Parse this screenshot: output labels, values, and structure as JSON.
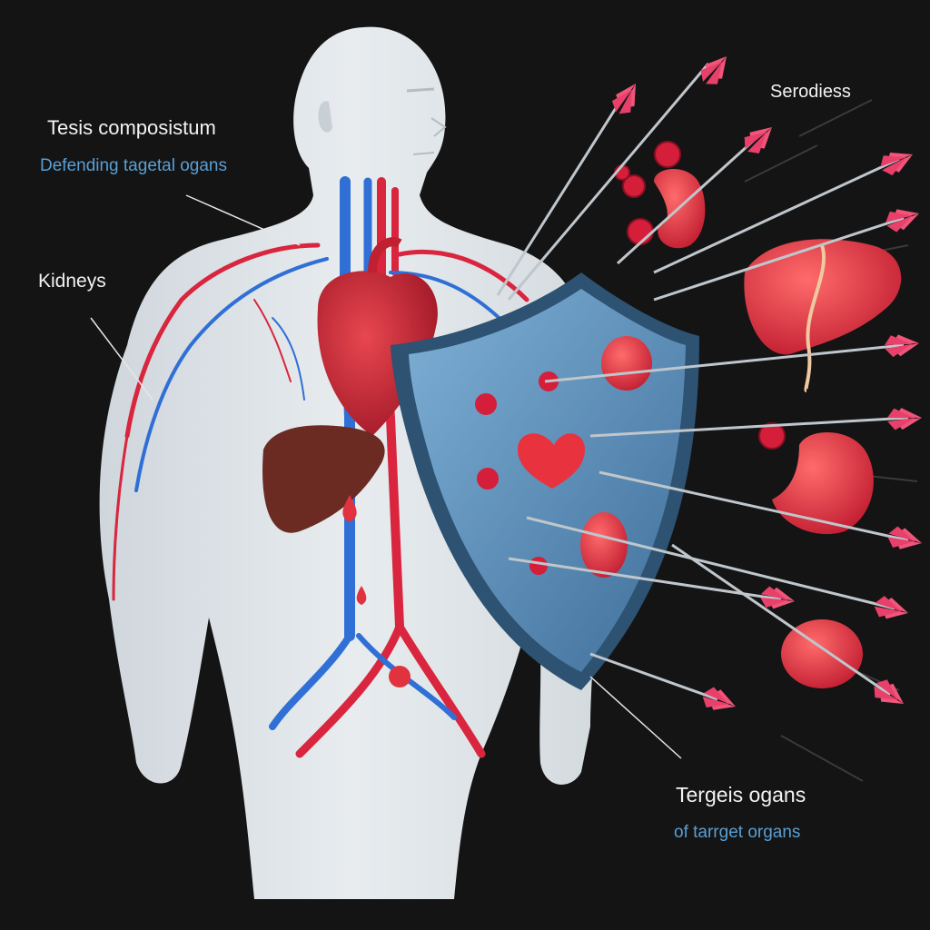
{
  "labels": {
    "title": "Tesis composistum",
    "subtitle": "Defending tagetal ogans",
    "kidneys": "Kidneys",
    "top_right": "Serodiess",
    "bottom_title": "Tergeis ogans",
    "bottom_sub": "of tarrget organs"
  },
  "colors": {
    "background": "#141414",
    "body": "#dfe4e8",
    "artery": "#d9253d",
    "vein": "#2f6fd6",
    "shield": "#5d8fb8",
    "arrow_fletching": "#f0557a",
    "organ": "#e0333f",
    "liver_dark": "#6b2a22",
    "label_text": "#f2f2f2",
    "label_sub": "#5a9fd4"
  },
  "icons": [
    "heart-icon",
    "liver-icon",
    "kidney-icon",
    "shield-icon",
    "arrow-icon",
    "virus-icon"
  ]
}
